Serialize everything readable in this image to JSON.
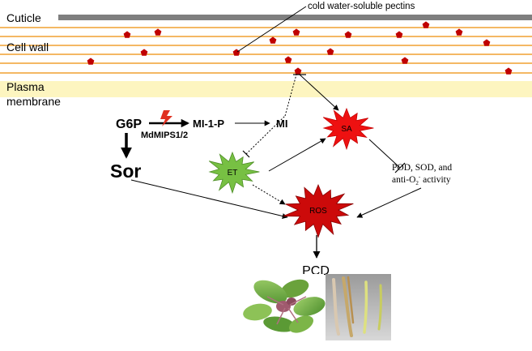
{
  "layers": {
    "cuticle": "Cuticle",
    "cell_wall": "Cell wall",
    "plasma_membrane_line1": "Plasma",
    "plasma_membrane_line2": "membrane"
  },
  "callout": "cold water-soluble pectins",
  "nodes": {
    "g6p": "G6P",
    "enzyme": "MdMIPS1/2",
    "mi1p": "MI-1-P",
    "mi": "MI",
    "sor": "Sor",
    "sa": "SA",
    "et": "ET",
    "ros": "ROS",
    "pcd": "PCD"
  },
  "activity": {
    "line1": "POD, SOD, and",
    "line2_prefix": "anti-O",
    "line2_sub": "2",
    "line2_sup": "-",
    "line2_suffix": " activity"
  },
  "colors": {
    "cuticle": "#7f7f7f",
    "cell_wall_lines": "#f0a030",
    "pectin": "#c00000",
    "membrane": "#fdf5c0",
    "sa_fill": "#ee1111",
    "ros_fill": "#cc0a0a",
    "et_fill": "#77c043",
    "lightning": "#e03020"
  }
}
